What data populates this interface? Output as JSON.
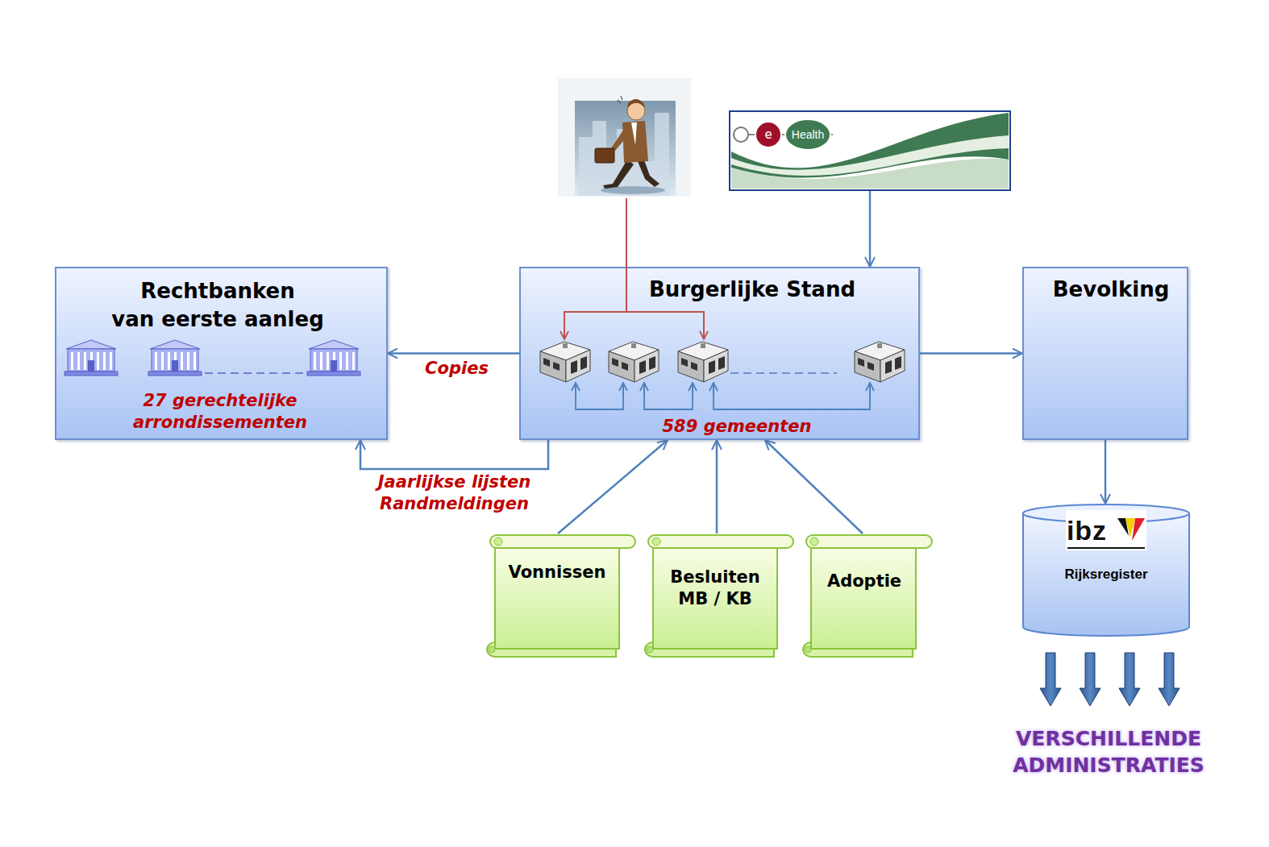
{
  "diagram": {
    "nodes": [
      {
        "text": [
          "e",
          "Health"
        ]
      },
      {
        "text": [
          "Rechtbanken van eerste aanleg",
          "27 gerechtelijke arrondissementen"
        ]
      },
      {
        "text": [
          "Burgerlijke Stand",
          "589 gemeenten"
        ]
      },
      {
        "text": [
          "Bevolking"
        ]
      },
      {
        "text": [
          "Vonnissen"
        ]
      },
      {
        "text": [
          "Besluiten MB / KB"
        ]
      },
      {
        "text": [
          "Adoptie"
        ]
      },
      {
        "text": [
          "ibz",
          "Rijksregister"
        ]
      }
    ],
    "edges": [
      {
        "from": 0,
        "to": 2,
        "arrow": "to"
      },
      {
        "from": 2,
        "to": 1,
        "label": "Copies",
        "arrow": "to"
      },
      {
        "from": 2,
        "to": 1,
        "label": "Jaarlijkse lijsten Randmeldingen",
        "arrow": "to"
      },
      {
        "from": 2,
        "to": 3,
        "arrow": "to"
      },
      {
        "from": 4,
        "to": 2,
        "arrow": "to"
      },
      {
        "from": 5,
        "to": 2,
        "arrow": "to"
      },
      {
        "from": 6,
        "to": 2,
        "arrow": "to"
      },
      {
        "from": 3,
        "to": 7,
        "arrow": "to"
      }
    ],
    "labels": [
      "VERSCHILLENDE ADMINISTRATIES"
    ]
  }
}
